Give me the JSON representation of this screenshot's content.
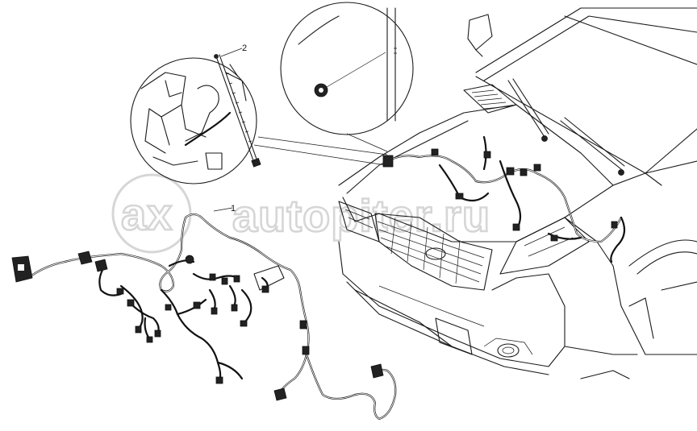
{
  "callouts": [
    {
      "id": "wiring-harness",
      "label": "1"
    },
    {
      "id": "strap",
      "label": "2"
    }
  ],
  "watermark": {
    "text": "autopiter.ru",
    "mark": "ax"
  },
  "colors": {
    "line": "#1a1a1a",
    "watermark": "#d6d6d6",
    "background": "#ffffff"
  }
}
